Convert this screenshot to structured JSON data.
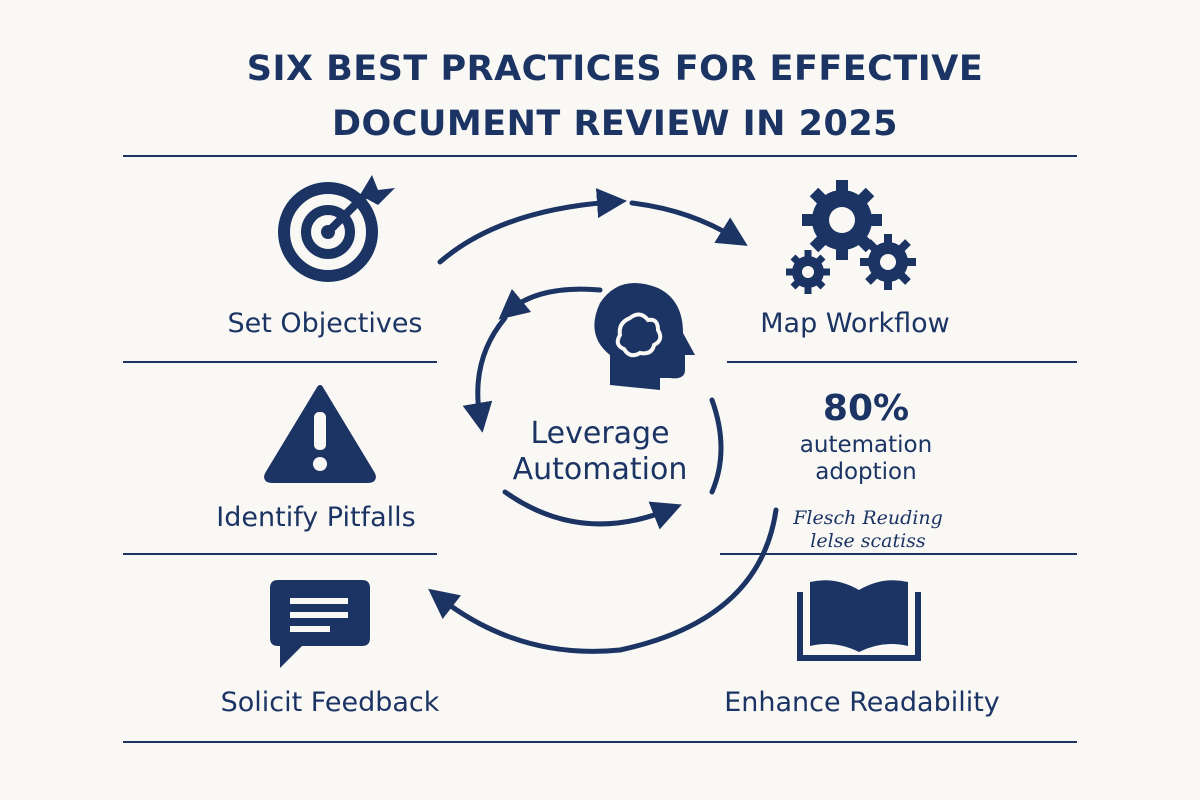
{
  "title": {
    "line1": "SIX BEST PRACTICES FOR EFFECTIVE",
    "line2": "DOCUMENT REVIEW IN 2025"
  },
  "practices": {
    "set_objectives": "Set Objectives",
    "map_workflow": "Map Workflow",
    "identify_pitfalls": "Identify Pitfalls",
    "solicit_feedback": "Solicit Feedback",
    "enhance_readability": "Enhance Readability",
    "leverage_automation": {
      "line1": "Leverage",
      "line2": "Automation"
    }
  },
  "stat": {
    "value": "80%",
    "line1": "autemation",
    "line2": "adoption"
  },
  "note": {
    "line1": "Flesch Reuding",
    "line2": "lelse scatiss"
  },
  "colors": {
    "navy": "#1b3463",
    "background": "#faf8f5"
  }
}
